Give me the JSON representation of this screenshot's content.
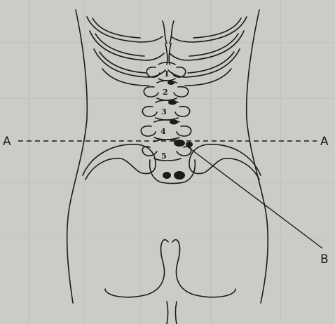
{
  "figure": {
    "line_label_left": "A",
    "line_label_right": "A",
    "pointer_label": "B",
    "vertebra_numbers": [
      "1",
      "2",
      "3",
      "4",
      "5"
    ]
  },
  "colors": {
    "paper": "#c9cbc6",
    "ink": "#1b1b1b"
  }
}
